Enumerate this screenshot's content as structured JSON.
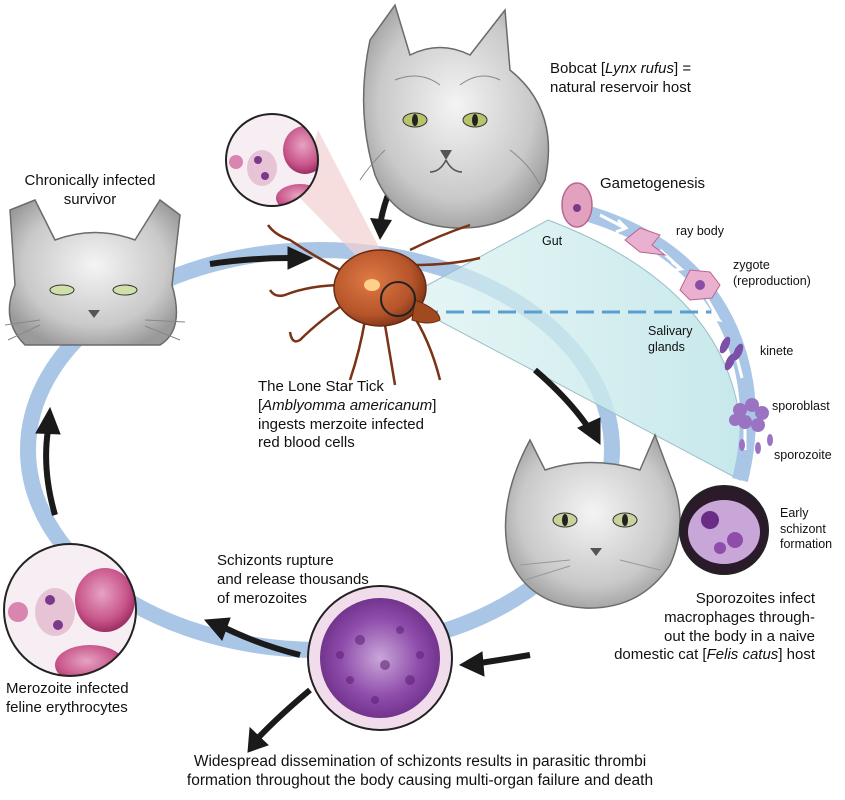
{
  "labels": {
    "bobcat_line1_pre": "Bobcat [",
    "bobcat_line1_ital": "Lynx rufus",
    "bobcat_line1_post": "] =",
    "bobcat_line2": "natural reservoir host",
    "chronic_line1": "Chronically infected",
    "chronic_line2": "survivor",
    "gametogenesis": "Gametogenesis",
    "gut": "Gut",
    "ray_body": "ray body",
    "zygote_line1": "zygote",
    "zygote_line2": "(reproduction)",
    "salivary_line1": "Salivary",
    "salivary_line2": "glands",
    "kinete": "kinete",
    "sporoblast": "sporoblast",
    "sporozoite": "sporozoite",
    "early_line1": "Early",
    "early_line2": "schizont",
    "early_line3": "formation",
    "tick_line1": "The Lone Star Tick",
    "tick_line2_pre": "[",
    "tick_line2_ital": "Amblyomma americanum",
    "tick_line2_post": "]",
    "tick_line3": "ingests merzoite infected",
    "tick_line4": "red blood cells",
    "rupture_line1": "Schizonts rupture",
    "rupture_line2": "and release thousands",
    "rupture_line3": "of merozoites",
    "spz_line1": "Sporozoites infect",
    "spz_line2": "macrophages through-",
    "spz_line3": "out the body in a naive",
    "spz_line4_pre": "domestic cat [",
    "spz_line4_ital": "Felis catus",
    "spz_line4_post": "] host",
    "mero_line1": "Merozoite infected",
    "mero_line2": "feline erythrocytes",
    "bottom_line1": "Widespread dissemination of schizonts results in parasitic thrombi",
    "bottom_line2": "formation throughout the body causing multi-organ failure and death"
  },
  "colors": {
    "cycle_blue": "#a9c6e6",
    "arrow_black": "#1a1a1a",
    "tick_body": "#b5542a",
    "wedge_teal": "#d6efef",
    "rbc_pink": "#c8558a",
    "schizont_purple": "#8e4cab"
  }
}
